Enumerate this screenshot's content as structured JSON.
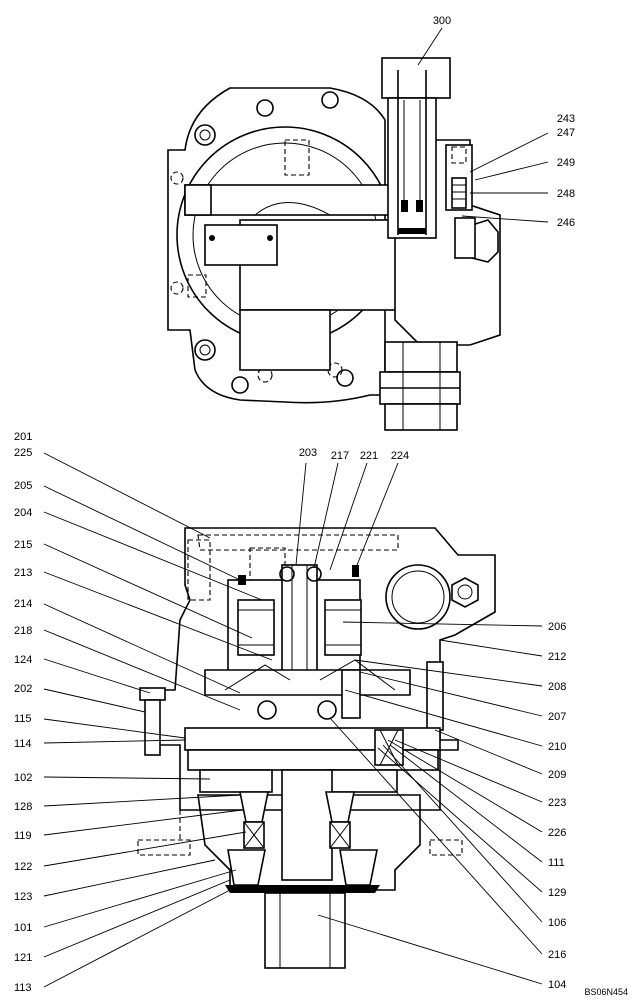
{
  "callouts_top": [
    "300",
    "243",
    "247",
    "249",
    "248",
    "246"
  ],
  "callouts_left": [
    "201",
    "225",
    "205",
    "204",
    "215",
    "213",
    "214",
    "218",
    "124",
    "202",
    "115",
    "114",
    "102",
    "128",
    "119",
    "122",
    "123",
    "101",
    "121",
    "113"
  ],
  "callouts_center": [
    "203",
    "217",
    "221",
    "224"
  ],
  "callouts_right": [
    "206",
    "212",
    "208",
    "207",
    "210",
    "209",
    "223",
    "226",
    "111",
    "129",
    "106",
    "216",
    "104"
  ],
  "figure_code": "BS06N454"
}
